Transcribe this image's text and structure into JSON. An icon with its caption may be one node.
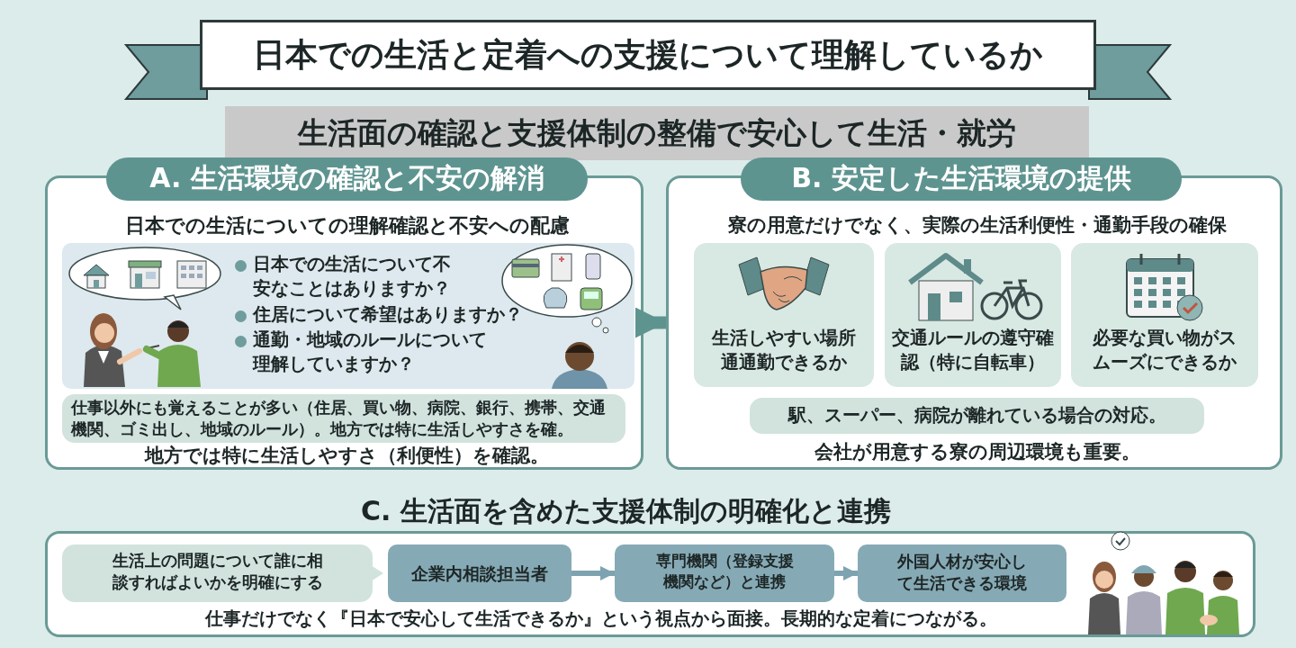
{
  "diagram": {
    "title": "日本での生活と定着への支援について理解しているか",
    "nodes": [
      {
        "text": [
          "A. 生活環境の確認と不安の解消",
          "日本での生活についての理解確認と不安への配慮",
          "地方では特に生活しやすさ（利便性）を確認。"
        ]
      },
      {
        "text": [
          "日本での生活について不安なことはありますか？",
          "住居について希望はありますか？",
          "通勤・地域のルールについて理解していますか？"
        ],
        "in": 0
      },
      {
        "text": [
          "仕事以外にも覚えることが多い（住居、買い物、病院、銀行、携帯、交通機関、ゴミ出し、地域のルール）。地方では特に生活しやすさを確。"
        ],
        "in": 0
      },
      {
        "text": [
          "B. 安定した生活環境の提供",
          "寮の用意だけでなく、実際の生活利便性・通勤手段の確保",
          "会社が用意する寮の周辺環境も重要。"
        ]
      },
      {
        "text": [
          "生活しやすい場所通通勤できるか"
        ],
        "in": 3
      },
      {
        "text": [
          "交通ルールの遵守確認（特に自転車）"
        ],
        "in": 3
      },
      {
        "text": [
          "必要な買い物がスムーズにできるか"
        ],
        "in": 3
      },
      {
        "text": [
          "駅、スーパー、病院が離れている場合の対応。"
        ],
        "in": 3
      },
      {
        "text": [
          "C. 生活面を含めた支援体制の明確化と連携",
          "仕事だけでなく『日本で安心して生活できるか』という視点から面接。長期的な定着につながる。"
        ]
      },
      {
        "text": [
          "生活上の問題について誰に相談すればよいかを明確にする"
        ],
        "in": 8
      },
      {
        "text": [
          "企業内相談担当者"
        ],
        "in": 8
      },
      {
        "text": [
          "専門機関（登録支援機関など）と連携"
        ],
        "in": 8
      },
      {
        "text": [
          "外国人材が安心して生活できる環境"
        ],
        "in": 8
      }
    ],
    "edges": [
      {
        "from": 0,
        "to": 3,
        "arrow": "to",
        "style": "thick",
        "color": "#5e9490"
      },
      {
        "from": 10,
        "to": 11,
        "arrow": "to"
      },
      {
        "from": 11,
        "to": 12,
        "arrow": "to"
      }
    ],
    "labels": [
      "生活面の確認と支援体制の整備で安心して生活・就労"
    ]
  }
}
